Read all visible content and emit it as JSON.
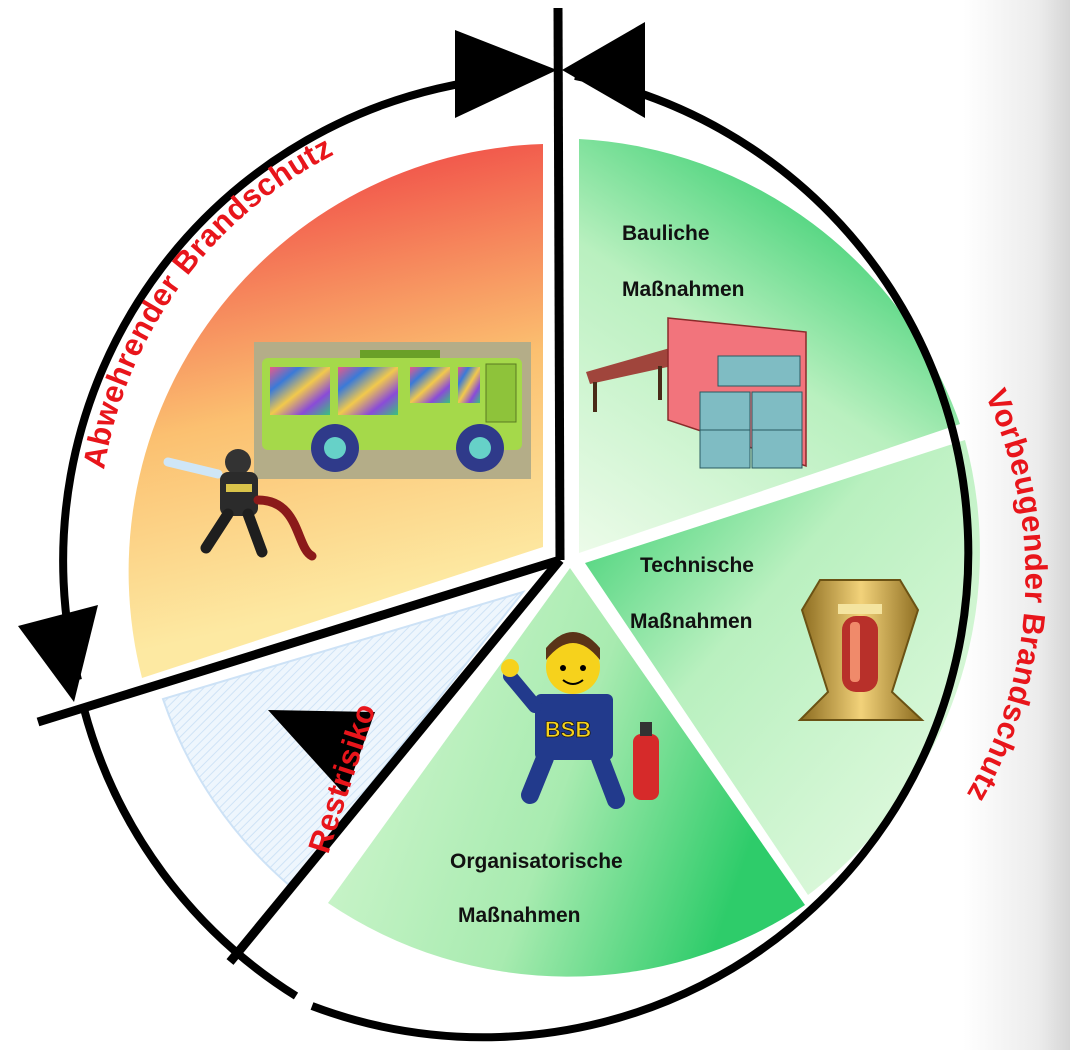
{
  "segments": {
    "bauliche": {
      "line1": "Bauliche",
      "line2": "Maßnahmen",
      "icon": "building-storage-icon"
    },
    "technische": {
      "line1": "Technische",
      "line2": "Maßnahmen",
      "icon": "sprinkler-icon"
    },
    "organisatorische": {
      "line1": "Organisatorische",
      "line2": "Maßnahmen",
      "icon": "fire-safety-officer-icon",
      "badge": "BSB"
    },
    "abwehrender": {
      "icon": "fire-truck-icon"
    },
    "restrisiko": {}
  },
  "arc_labels": {
    "abwehrender": "Abwehrender Brandschutz",
    "vorbeugender": "Vorbeugender Brandschutz",
    "restrisiko": "Restrisiko"
  },
  "colors": {
    "accent_red": "#e8151b",
    "abwehrender_gradient": [
      "#fde9a2",
      "#f04545"
    ],
    "vorbeugender_gradient": [
      "#e9fbe7",
      "#2ecc6a"
    ],
    "restrisiko_fill": "#dfeefc"
  }
}
